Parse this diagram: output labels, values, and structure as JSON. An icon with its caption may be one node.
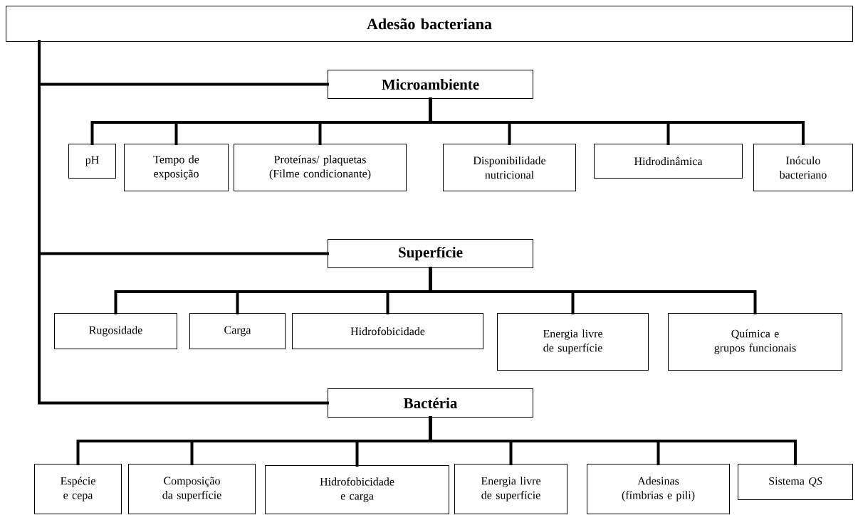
{
  "diagram": {
    "nodes": [
      {
        "text": [
          "Adesão bacteriana"
        ]
      },
      {
        "text": [
          "Microambiente"
        ]
      },
      {
        "text": [
          "pH"
        ]
      },
      {
        "text": [
          "Tempo de exposição"
        ]
      },
      {
        "text": [
          "Proteínas/ plaquetas (Filme condicionante)"
        ]
      },
      {
        "text": [
          "Disponibilidade nutricional"
        ]
      },
      {
        "text": [
          "Hidrodinâmica"
        ]
      },
      {
        "text": [
          "Inóculo bacteriano"
        ]
      },
      {
        "text": [
          "Superfície"
        ]
      },
      {
        "text": [
          "Rugosidade"
        ]
      },
      {
        "text": [
          "Carga"
        ]
      },
      {
        "text": [
          "Hidrofobicidade"
        ]
      },
      {
        "text": [
          "Energia livre de superfície"
        ]
      },
      {
        "text": [
          "Química e grupos funcionais"
        ]
      },
      {
        "text": [
          "Bactéria"
        ]
      },
      {
        "text": [
          "Espécie e cepa"
        ]
      },
      {
        "text": [
          "Composição da superfície"
        ]
      },
      {
        "text": [
          "Hidrofobicidade e carga"
        ]
      },
      {
        "text": [
          "Energia livre de superfície"
        ]
      },
      {
        "text": [
          "Adesinas (fímbrias e pili)"
        ]
      },
      {
        "text": [
          "Sistema *QS*"
        ]
      }
    ],
    "edges": [
      {
        "from": 0,
        "to": 1,
        "arrow": "none"
      },
      {
        "from": 0,
        "to": 8,
        "arrow": "none"
      },
      {
        "from": 0,
        "to": 14,
        "arrow": "none"
      },
      {
        "from": 1,
        "to": 2,
        "arrow": "none"
      },
      {
        "from": 1,
        "to": 3,
        "arrow": "none"
      },
      {
        "from": 1,
        "to": 4,
        "arrow": "none"
      },
      {
        "from": 1,
        "to": 5,
        "arrow": "none"
      },
      {
        "from": 1,
        "to": 6,
        "arrow": "none"
      },
      {
        "from": 1,
        "to": 7,
        "arrow": "none"
      },
      {
        "from": 8,
        "to": 9,
        "arrow": "none"
      },
      {
        "from": 8,
        "to": 10,
        "arrow": "none"
      },
      {
        "from": 8,
        "to": 11,
        "arrow": "none"
      },
      {
        "from": 8,
        "to": 12,
        "arrow": "none"
      },
      {
        "from": 8,
        "to": 13,
        "arrow": "none"
      },
      {
        "from": 14,
        "to": 15,
        "arrow": "none"
      },
      {
        "from": 14,
        "to": 16,
        "arrow": "none"
      },
      {
        "from": 14,
        "to": 17,
        "arrow": "none"
      },
      {
        "from": 14,
        "to": 18,
        "arrow": "none"
      },
      {
        "from": 14,
        "to": 19,
        "arrow": "none"
      },
      {
        "from": 14,
        "to": 20,
        "arrow": "none"
      }
    ]
  }
}
